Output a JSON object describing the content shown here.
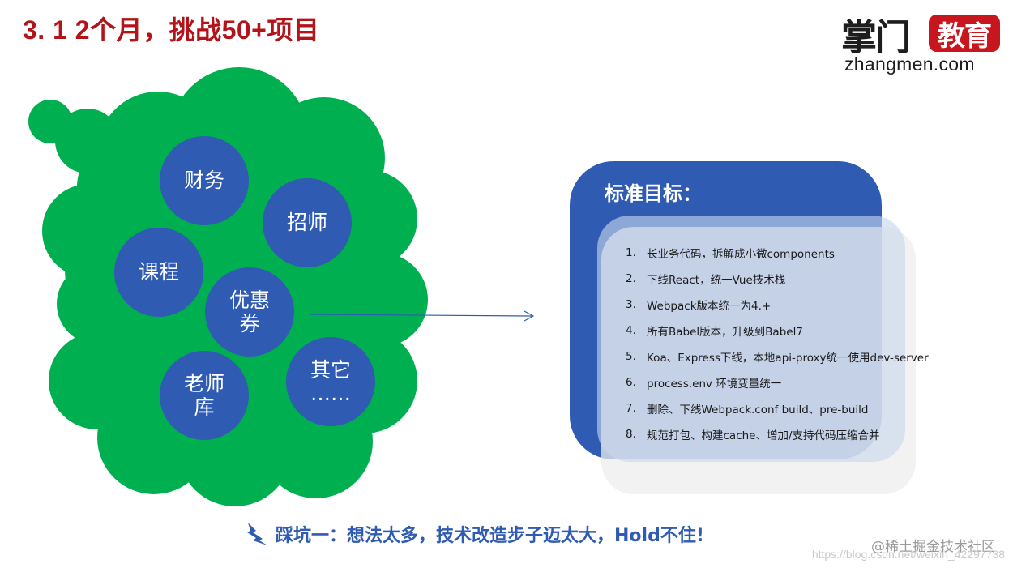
{
  "slide": {
    "title": "3. 1 2个月，挑战50+项目"
  },
  "logo": {
    "brand": "掌门",
    "badge": "教育",
    "domain": "zhangmen.com"
  },
  "cloud": {
    "color": "#00b050",
    "bubbles": [
      {
        "lines": [
          "财务"
        ]
      },
      {
        "lines": [
          "招师"
        ]
      },
      {
        "lines": [
          "课程"
        ]
      },
      {
        "lines": [
          "优惠",
          "券"
        ]
      },
      {
        "lines": [
          "老师",
          "库"
        ]
      },
      {
        "lines": [
          "其它",
          "……"
        ]
      }
    ]
  },
  "panel": {
    "title": "标准目标：",
    "items": [
      {
        "num": "1.",
        "text": "长业务代码，拆解成小微components"
      },
      {
        "num": "2.",
        "text": "下线React，统一Vue技术栈"
      },
      {
        "num": "3.",
        "text": "Webpack版本统一为4.+"
      },
      {
        "num": "4.",
        "text": "所有Babel版本，升级到Babel7"
      },
      {
        "num": "5.",
        "text": "Koa、Express下线，本地api-proxy统一使用dev-server"
      },
      {
        "num": "6.",
        "text": "process.env 环境变量统一"
      },
      {
        "num": "7.",
        "text": "删除、下线Webpack.conf build、pre-build"
      },
      {
        "num": "8.",
        "text": "规范打包、构建cache、增加/支持代码压缩合并"
      }
    ]
  },
  "bottom": {
    "icon": "lightning-icon",
    "text": "踩坑一：想法太多，技术改造步子迈太大，Hold不住!"
  },
  "watermark": {
    "text": "@稀土掘金技术社区",
    "url": "https://blog.csdn.net/weixin_42297738"
  },
  "colors": {
    "title": "#b3141a",
    "accent_blue": "#2f5bb3",
    "cloud_green": "#00b050"
  }
}
